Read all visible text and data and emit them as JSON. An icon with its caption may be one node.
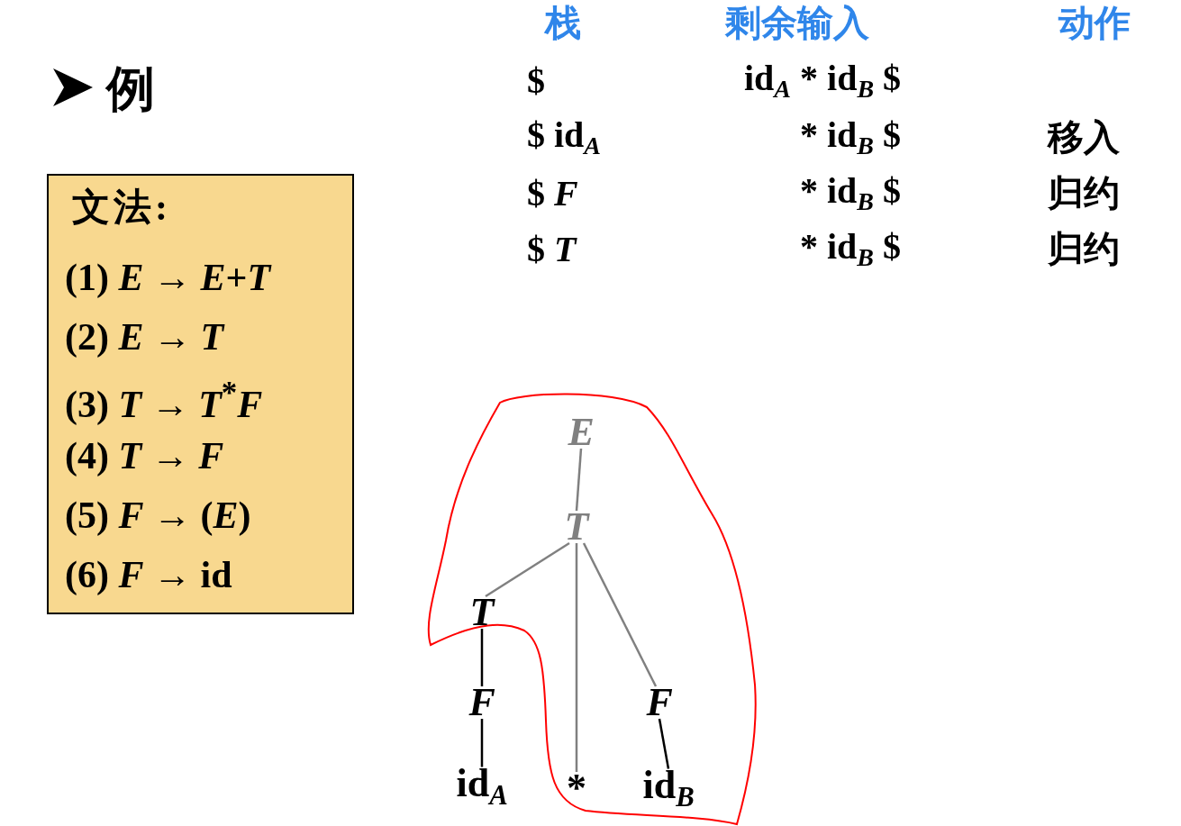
{
  "diagram": {
    "title": "例",
    "nodes": [
      {
        "text": [
          "文法:",
          "(1) *E* → *E*+*T*",
          "(2) *E* → *T*",
          "(3) *T* → *T*$^{*}$*F*",
          "(4) *T* → *F*",
          "(5) *F* → (*E*)",
          "(6) *F* → id"
        ]
      },
      {
        "text": [
          "*E*"
        ]
      },
      {
        "text": [
          "*T*"
        ]
      },
      {
        "text": [
          "*T*"
        ]
      },
      {
        "text": [
          "*F*"
        ]
      },
      {
        "text": [
          "*F*"
        ]
      },
      {
        "text": [
          "id$_{A}$"
        ]
      },
      {
        "text": [
          "*"
        ]
      },
      {
        "text": [
          "id$_{B}$"
        ]
      }
    ],
    "edges": [
      {
        "from": 1,
        "to": 2,
        "arrow": "none"
      },
      {
        "from": 2,
        "to": 3,
        "arrow": "none"
      },
      {
        "from": 2,
        "to": 7,
        "arrow": "none"
      },
      {
        "from": 2,
        "to": 5,
        "arrow": "none"
      },
      {
        "from": 3,
        "to": 4,
        "arrow": "none",
        "color": "#000000"
      },
      {
        "from": 4,
        "to": 6,
        "arrow": "none",
        "color": "#000000"
      },
      {
        "from": 5,
        "to": 8,
        "arrow": "none",
        "color": "#000000"
      }
    ],
    "labels": [
      "栈",
      "剩余输入",
      "动作",
      "$",
      "id$_{A}$ * id$_{B}$ $",
      "$ id$_{A}$",
      "* id$_{B}$ $",
      "移入",
      "$ *F*",
      "* id$_{B}$ $",
      "归约",
      "$ *T*",
      "* id$_{B}$ $",
      "归约"
    ]
  }
}
